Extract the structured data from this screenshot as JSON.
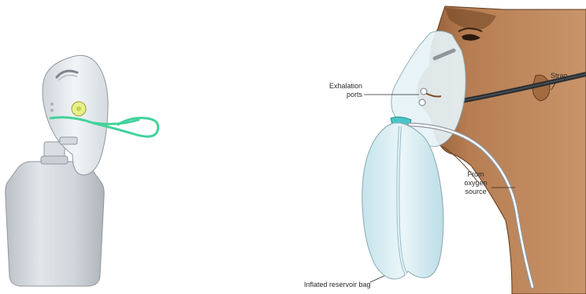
{
  "labels": {
    "exhalation_ports": [
      "Exhalation",
      "ports"
    ],
    "strap": "Strap",
    "oxygen_source": [
      "From",
      "oxygen",
      "source"
    ],
    "reservoir_bag": "Inflated reservoir bag"
  },
  "colors": {
    "mask_shell": "#e9eff3",
    "bag_left": "#cfd5da",
    "tubing_green": "#42d29a",
    "reservoir_bag": "#d8ecf2",
    "skin": "#b67d52",
    "skin_shadow": "#7c4a26",
    "strap": "#2b2f33",
    "port_teal": "#49c5c8"
  },
  "icons": {
    "left_device": "non-rebreather-mask-with-reservoir-icon",
    "right_figure": "patient-wearing-mask-profile-icon"
  }
}
